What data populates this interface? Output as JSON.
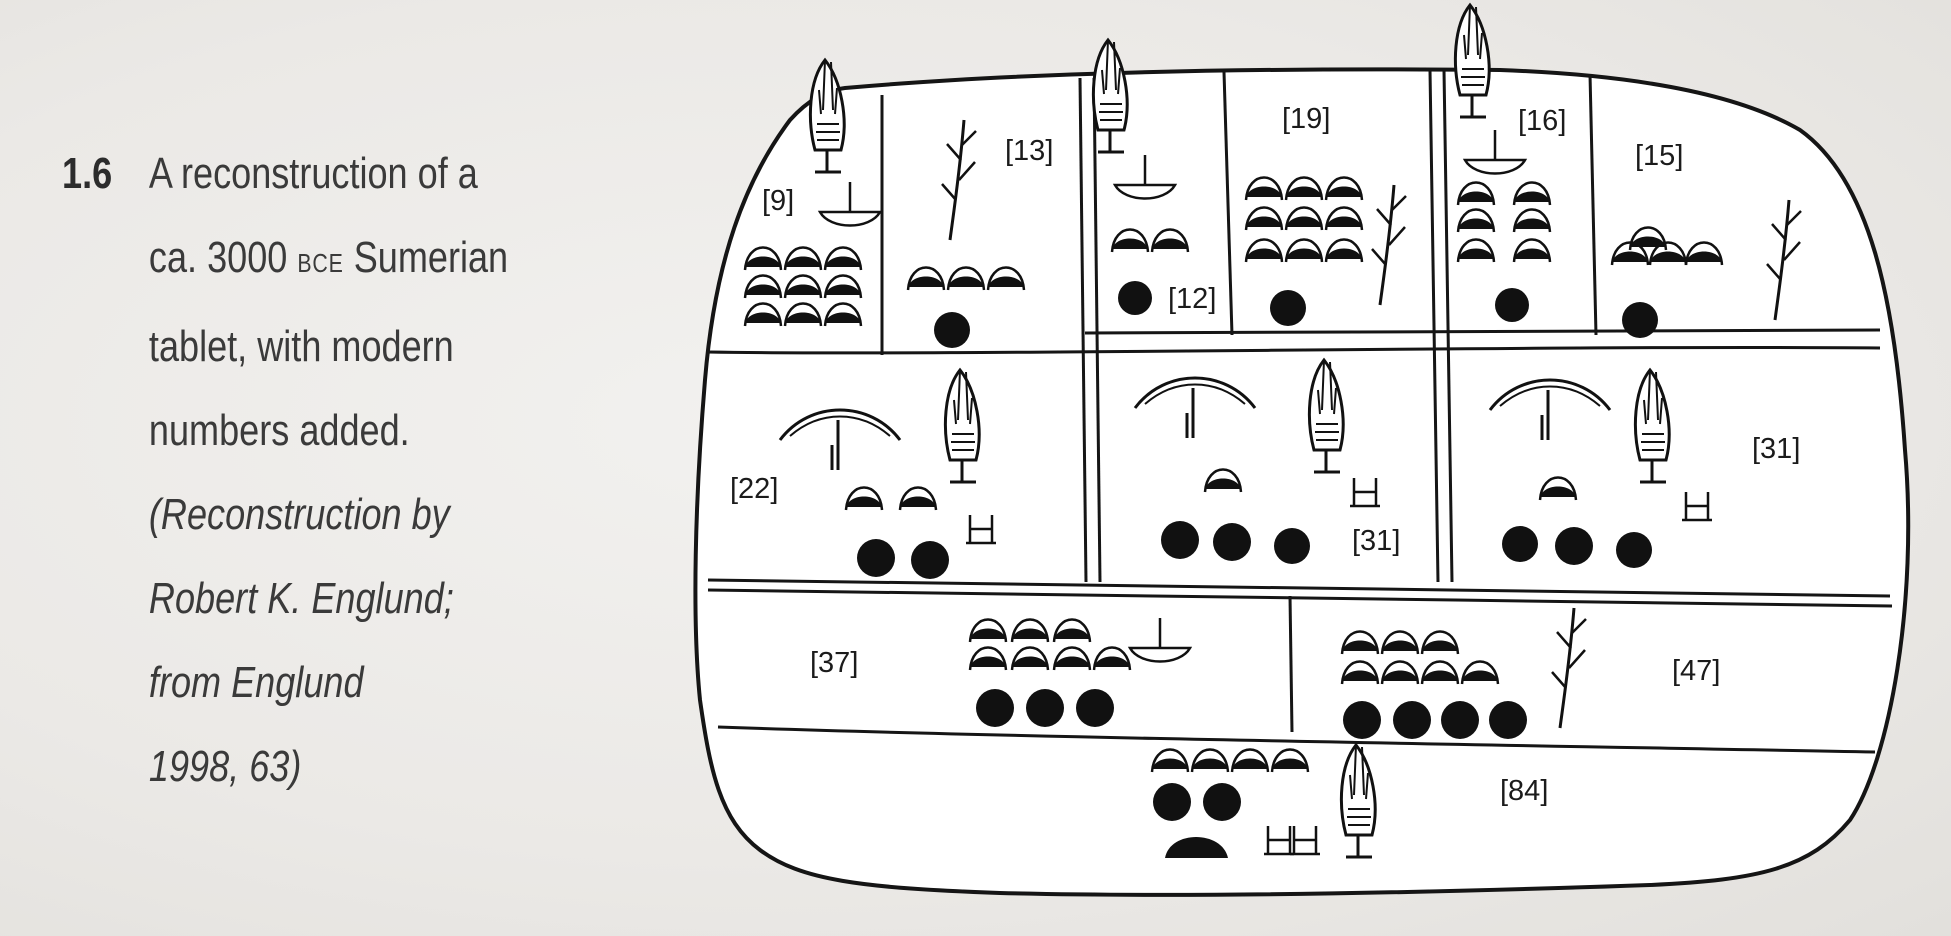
{
  "caption": {
    "figure_number": "1.6",
    "line1": "A reconstruction of a",
    "line2_pre": "ca. 3000 ",
    "line2_era": "BCE",
    "line2_post": " Sumerian",
    "line3": "tablet, with modern",
    "line4": "numbers added.",
    "line5": "(Reconstruction by",
    "line6": "Robert K. Englund;",
    "line7": "from Englund",
    "line8": "1998, 63)"
  },
  "tablet": {
    "numbers": {
      "n9": "[9]",
      "n13": "[13]",
      "n12": "[12]",
      "n19": "[19]",
      "n16": "[16]",
      "n15": "[15]",
      "n22": "[22]",
      "n31a": "[31]",
      "n31b": "[31]",
      "n37": "[37]",
      "n47": "[47]",
      "n84": "[84]"
    }
  }
}
